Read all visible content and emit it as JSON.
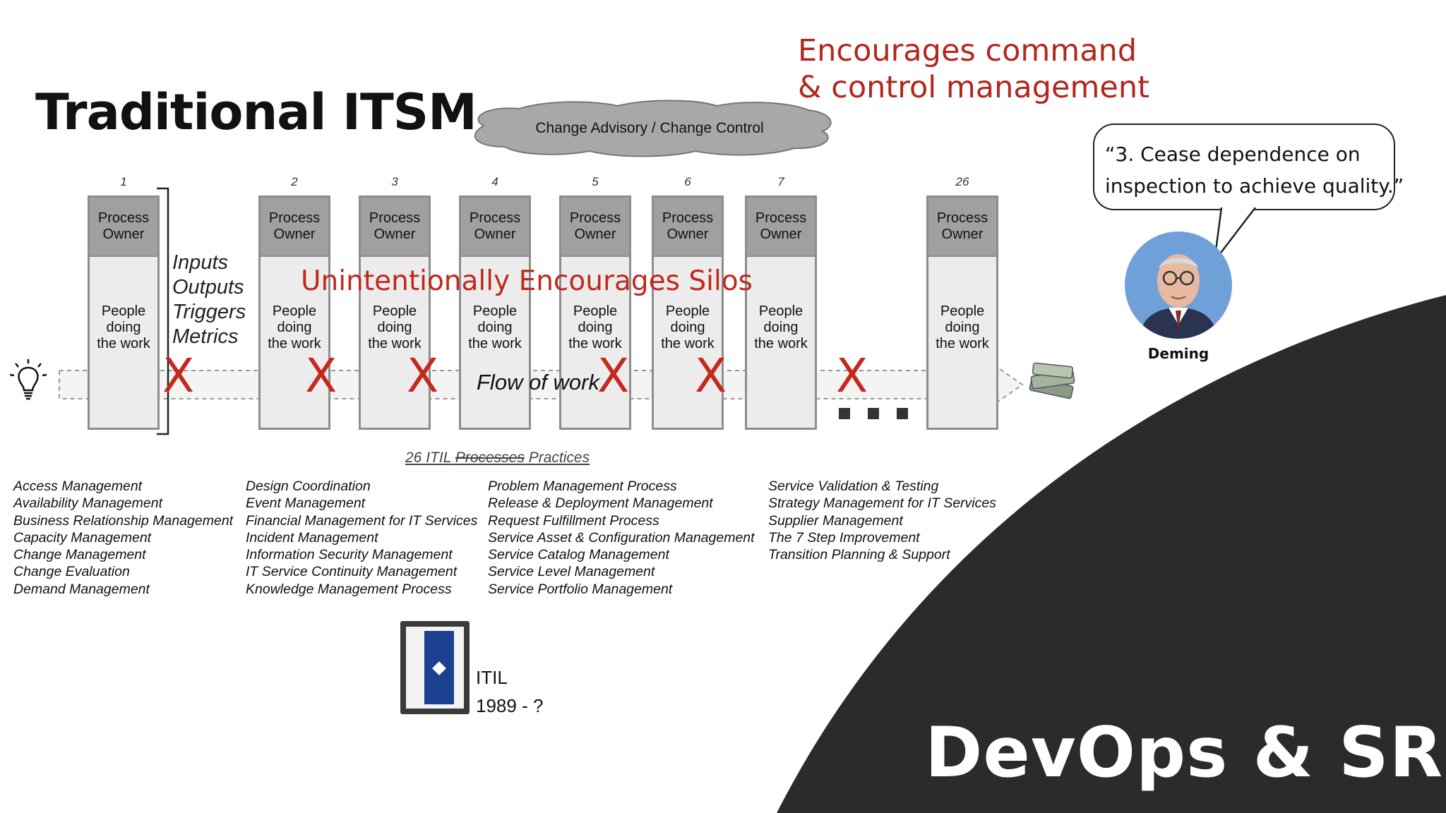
{
  "title": "Traditional ITSM",
  "red_note": "Encourages command\n& control management",
  "cloud_label": "Change Advisory / Change Control",
  "process_columns": [
    {
      "number": "1",
      "header": "Process Owner",
      "body": "People\ndoing\nthe work"
    },
    {
      "number": "2",
      "header": "Process Owner",
      "body": "People\ndoing\nthe work"
    },
    {
      "number": "3",
      "header": "Process Owner",
      "body": "People\ndoing\nthe work"
    },
    {
      "number": "4",
      "header": "Process Owner",
      "body": "People\ndoing\nthe work"
    },
    {
      "number": "5",
      "header": "Process Owner",
      "body": "People\ndoing\nthe work"
    },
    {
      "number": "6",
      "header": "Process Owner",
      "body": "People\ndoing\nthe work"
    },
    {
      "number": "7",
      "header": "Process Owner",
      "body": "People\ndoing\nthe work"
    },
    {
      "number": "26",
      "header": "Process Owner",
      "body": "People\ndoing\nthe work"
    }
  ],
  "io_labels": "Inputs\nOutputs\nTriggers\nMetrics",
  "silos_label": "Unintentionally Encourages Silos",
  "flow_label": "Flow of work",
  "x_mark": "X",
  "itil_heading": {
    "prefix": "26 ITIL ",
    "struck": "Processes",
    "suffix": "  Practices"
  },
  "practices": [
    [
      "Access Management",
      "Availability Management",
      "Business Relationship Management",
      "Capacity Management",
      "Change Management",
      "Change Evaluation",
      "Demand Management"
    ],
    [
      "Design Coordination",
      "Event Management",
      "Financial Management for IT Services",
      "Incident Management",
      "Information Security Management",
      "IT Service Continuity Management",
      "Knowledge Management Process"
    ],
    [
      "Problem Management Process",
      "Release & Deployment Management",
      "Request Fulfillment Process",
      "Service Asset & Configuration Management",
      "Service Catalog Management",
      "Service Level Management",
      "Service Portfolio Management"
    ],
    [
      "Service Validation & Testing",
      "Strategy Management for IT Services",
      "Supplier Management",
      "The 7 Step Improvement",
      "Transition Planning & Support"
    ]
  ],
  "itil_caption": "ITIL\n1989 - ?",
  "quote": "“3. Cease dependence on\ninspection to achieve quality.”",
  "deming_name": "Deming",
  "devops_label": "DevOps & SRE",
  "colors": {
    "accent_red": "#c0291e",
    "dark_arc": "#2b2b2d",
    "column_fill": "#ececec",
    "header_fill": "#a0a0a0",
    "avatar_bg": "#6fa0d8"
  },
  "icons": [
    "lightbulb-icon",
    "money-stack-icon"
  ]
}
